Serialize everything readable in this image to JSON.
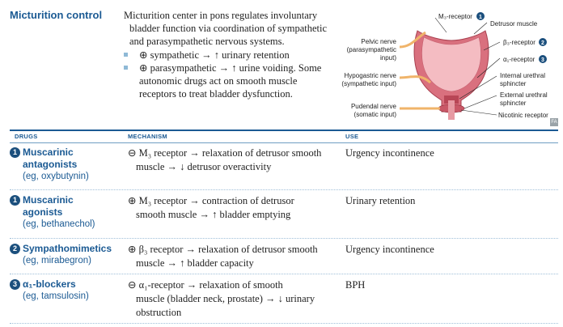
{
  "title": "Micturition control",
  "intro": {
    "line1": "Micturition center in pons regulates involuntary",
    "rest": "bladder function via coordination of sympathetic and parasympathetic nervous systems.",
    "bullet1": "⊕ sympathetic → ↑ urinary retention",
    "bullet2_line1": "⊕ parasympathetic → ↑ urine voiding. Some",
    "bullet2_rest": "autonomic drugs act on smooth muscle receptors to treat bladder dysfunction."
  },
  "diagram": {
    "labels": {
      "m3_receptor": "M₃-receptor",
      "detrusor": "Detrusor muscle",
      "pelvic_1": "Pelvic nerve",
      "pelvic_2": "(parasympathetic",
      "pelvic_3": "input)",
      "beta3": "β₃-receptor",
      "alpha1": "α₁-receptor",
      "hypogastric_1": "Hypogastric nerve",
      "hypogastric_2": "(sympathetic input)",
      "internal_1": "Internal urethral",
      "internal_2": "sphincter",
      "external_1": "External urethral",
      "external_2": "sphincter",
      "pudendal_1": "Pudendal nerve",
      "pudendal_2": "(somatic input)",
      "nicotinic": "Nicotinic receptor",
      "m3_num": "1",
      "beta3_num": "2",
      "alpha1_num": "3"
    },
    "corner_badge": "FA"
  },
  "table": {
    "headers": {
      "drugs": "DRUGS",
      "mechanism": "MECHANISM",
      "use": "USE"
    },
    "rows": [
      {
        "num": "1",
        "name1": "Muscarinic",
        "name2": "antagonists",
        "eg": "(eg, oxybutynin)",
        "mech1": "⊖ M₃ receptor → relaxation of detrusor smooth",
        "mech2": "muscle → ↓ detrusor overactivity",
        "mech3": "",
        "use": "Urgency incontinence"
      },
      {
        "num": "1",
        "name1": "Muscarinic",
        "name2": "agonists",
        "eg": "(eg, bethanechol)",
        "mech1": "⊕ M₃ receptor → contraction of detrusor",
        "mech2": "smooth muscle → ↑ bladder emptying",
        "mech3": "",
        "use": "Urinary retention"
      },
      {
        "num": "2",
        "name1": "Sympathomimetics",
        "name2": "",
        "eg": "(eg, mirabegron)",
        "mech1": "⊕ β₃ receptor → relaxation of detrusor smooth",
        "mech2": "muscle → ↑ bladder capacity",
        "mech3": "",
        "use": "Urgency incontinence"
      },
      {
        "num": "3",
        "name1": "α₁-blockers",
        "name2": "",
        "eg": "(eg, tamsulosin)",
        "mech1": "⊖ α₁-receptor → relaxation of smooth",
        "mech2": "muscle (bladder neck, prostate) → ↓ urinary",
        "mech3": "obstruction",
        "use": "BPH"
      }
    ]
  },
  "colors": {
    "accent": "#1b5a93",
    "bladder": "#d9707e",
    "nerve": "#f0b46a",
    "bullet": "#8fb9d6"
  }
}
